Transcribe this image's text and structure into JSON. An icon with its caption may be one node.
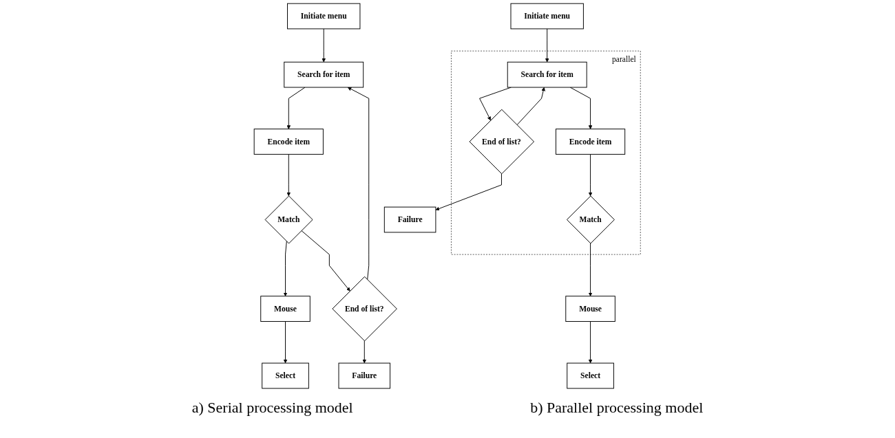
{
  "diagram": {
    "nodes": [
      {
        "text": [
          "Initiate menu"
        ]
      },
      {
        "text": [
          "Search for item"
        ]
      },
      {
        "text": [
          "Encode item"
        ]
      },
      {
        "text": [
          "Match"
        ]
      },
      {
        "text": [
          "Mouse"
        ]
      },
      {
        "text": [
          "End of list?"
        ]
      },
      {
        "text": [
          "Failure"
        ]
      },
      {
        "text": [
          "Select"
        ]
      },
      {
        "text": [
          "Initiate menu"
        ]
      },
      {
        "text": [
          "parallel"
        ]
      },
      {
        "text": [
          "Search for item"
        ],
        "in": 9
      },
      {
        "text": [
          "Encode item"
        ],
        "in": 9
      },
      {
        "text": [
          "End of list?"
        ],
        "in": 9
      },
      {
        "text": [
          "Match"
        ],
        "in": 9
      },
      {
        "text": [
          "Mouse"
        ]
      },
      {
        "text": [
          "Select"
        ]
      },
      {
        "text": [
          "Failure"
        ]
      }
    ],
    "edges": [
      {
        "from": 0,
        "to": 1,
        "arrow": "to"
      },
      {
        "from": 1,
        "to": 2,
        "arrow": "to"
      },
      {
        "from": 2,
        "to": 3,
        "arrow": "to"
      },
      {
        "from": 3,
        "to": 4,
        "arrow": "to"
      },
      {
        "from": 3,
        "to": 5,
        "arrow": "to"
      },
      {
        "from": 5,
        "to": 1,
        "arrow": "to"
      },
      {
        "from": 5,
        "to": 6,
        "arrow": "to"
      },
      {
        "from": 4,
        "to": 7,
        "arrow": "to"
      },
      {
        "from": 8,
        "to": 10,
        "arrow": "to"
      },
      {
        "from": 10,
        "to": 11,
        "arrow": "to"
      },
      {
        "from": 10,
        "to": 12,
        "arrow": "to"
      },
      {
        "from": 12,
        "to": 10,
        "arrow": "to"
      },
      {
        "from": 11,
        "to": 13,
        "arrow": "to"
      },
      {
        "from": 13,
        "to": 14,
        "arrow": "to"
      },
      {
        "from": 14,
        "to": 15,
        "arrow": "to"
      },
      {
        "from": 12,
        "to": 16,
        "arrow": "to"
      }
    ],
    "labels": [
      "a) Serial processing model",
      "b) Parallel processing model"
    ]
  }
}
